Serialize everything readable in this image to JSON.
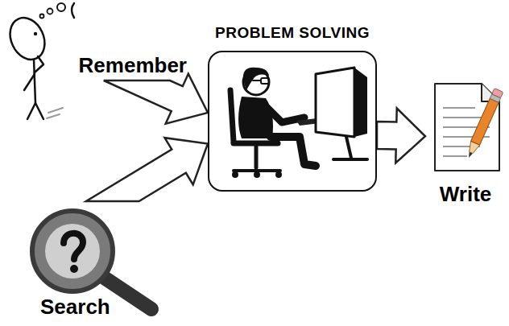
{
  "diagram": {
    "nodes": [
      {
        "text": [
          "Remember"
        ]
      },
      {
        "text": [
          "Search"
        ]
      },
      {
        "text": [
          "PROBLEM SOLVING"
        ]
      },
      {
        "text": [
          "Write"
        ]
      }
    ],
    "edges": [
      {
        "from": 0,
        "to": 2,
        "arrow": "to"
      },
      {
        "from": 1,
        "to": 2,
        "arrow": "to"
      },
      {
        "from": 2,
        "to": 3,
        "arrow": "to"
      }
    ]
  }
}
